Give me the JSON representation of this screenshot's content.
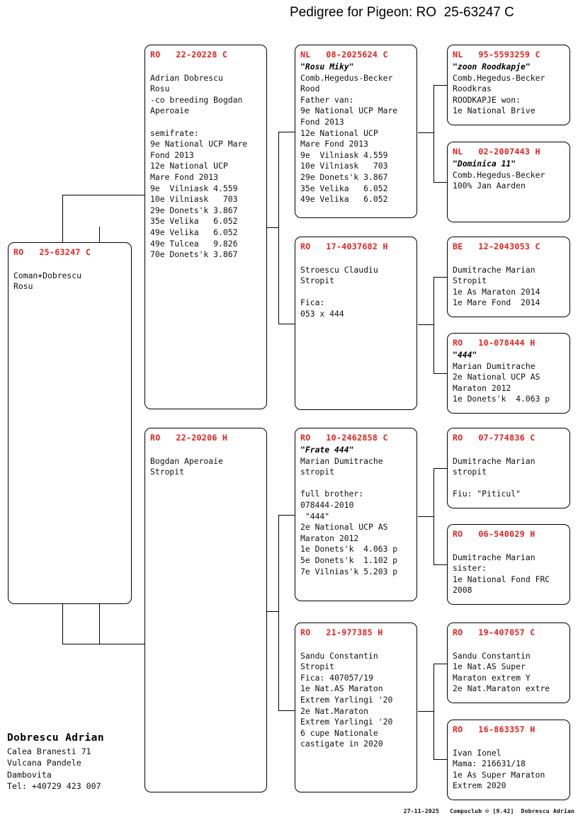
{
  "title": "Pedigree for Pigeon: RO  25-63247 C",
  "colors": {
    "ring_red": "#e8201c",
    "text": "#000000",
    "line": "#000000"
  },
  "subject": {
    "ring": "RO   25-63247 C",
    "lines": [
      "",
      "Coman+Dobrescu",
      "Rosu"
    ]
  },
  "gen1": {
    "sire": {
      "ring": "RO   22-20228 C",
      "lines": [
        "",
        "Adrian Dobrescu",
        "Rosu",
        "-co breeding Bogdan",
        "Aperoaie",
        "",
        "semifrate:",
        "9e National UCP Mare",
        "Fond 2013",
        "12e National UCP",
        "Mare Fond 2013",
        "9e  Vilniask 4.559",
        "10e Vilniask   703",
        "29e Donets'k 3.867",
        "35e Velika   6.052",
        "49e Velika   6.052",
        "49e Tulcea   9.826",
        "70e Donets'k 3.867"
      ]
    },
    "dam": {
      "ring": "RO   22-20206 H",
      "lines": [
        "",
        "Bogdan Aperoaie",
        "Stropit"
      ]
    }
  },
  "gen2": {
    "sire_sire": {
      "ring": "NL   08-2025624 C",
      "nick": "\"Rosu Miky\"",
      "lines": [
        "Comb.Hegedus-Becker",
        "Rood",
        "Father van:",
        "9e National UCP Mare",
        "Fond 2013",
        "12e National UCP",
        "Mare Fond 2013",
        "9e  Vilniask 4.559",
        "10e Vilniask   703",
        "29e Donets'k 3.867",
        "35e Velika   6.052",
        "49e Velika   6.052"
      ]
    },
    "sire_dam": {
      "ring": "RO   17-4037682 H",
      "nick": "",
      "lines": [
        "",
        "Stroescu Claudiu",
        "Stropit",
        "",
        "Fica:",
        "053 x 444"
      ]
    },
    "dam_sire": {
      "ring": "RO   10-2462858 C",
      "nick": "\"Frate 444\"",
      "lines": [
        "Marian Dumitrache",
        "stropit",
        "",
        "full brother:",
        "078444-2010",
        " \"444\"",
        "2e National UCP AS",
        "Maraton 2012",
        "1e Donets'k  4.063 p",
        "5e Donets'k  1.102 p",
        "7e Vilnias'k 5.203 p"
      ]
    },
    "dam_dam": {
      "ring": "RO   21-977385 H",
      "nick": "",
      "lines": [
        "",
        "Sandu Constantin",
        "Stropit",
        "Fica: 407057/19",
        "1e Nat.AS Maraton",
        "Extrem Yarlingi '20",
        "2e Nat.Maraton",
        "Extrem Yarlingi '20",
        "6 cupe Nationale",
        "castigate in 2020"
      ]
    }
  },
  "gen3": {
    "ss_sire": {
      "ring": "NL   95-5593259 C",
      "nick": "\"zoon Roodkapje\"",
      "lines": [
        "Comb.Hegedus-Becker",
        "Roodkras",
        "ROODKAPJE won:",
        "1e National Brive"
      ]
    },
    "ss_dam": {
      "ring": "NL   02-2007443 H",
      "nick": "\"Dominica 11\"",
      "lines": [
        "Comb.Hegedus-Becker",
        "100% Jan Aarden"
      ]
    },
    "sd_sire": {
      "ring": "BE   12-2043053 C",
      "nick": "",
      "lines": [
        "",
        "Dumitrache Marian",
        "Stropit",
        "1e As Maraton 2014",
        "1e Mare Fond  2014"
      ]
    },
    "sd_dam": {
      "ring": "RO   10-078444 H",
      "nick": "\"444\"",
      "lines": [
        "Marian Dumitrache",
        "2e National UCP AS",
        "Maraton 2012",
        "1e Donets'k  4.063 p"
      ]
    },
    "ds_sire": {
      "ring": "RO   07-774836 C",
      "nick": "",
      "lines": [
        "",
        "Dumitrache Marian",
        "stropit",
        "",
        "Fiu: \"Piticul\""
      ]
    },
    "ds_dam": {
      "ring": "RO   06-540029 H",
      "nick": "",
      "lines": [
        "",
        "Dumitrache Marian",
        "sister:",
        "1e National Fond FRC",
        "2008"
      ]
    },
    "dd_sire": {
      "ring": "RO   19-407057 C",
      "nick": "",
      "lines": [
        "",
        "Sandu Constantin",
        "1e Nat.AS Super",
        "Maraton extrem Y",
        "2e Nat.Maraton extre"
      ]
    },
    "dd_dam": {
      "ring": "RO   16-863357 H",
      "nick": "",
      "lines": [
        "",
        "Ivan Ionel",
        "Mama: 216631/18",
        "1e As Super Maraton",
        "Extrem 2020"
      ]
    }
  },
  "owner": {
    "name": "Dobrescu Adrian",
    "address": [
      "Calea Branesti 71",
      "Vulcana Pandele",
      "Dambovita",
      "Tel: +40729 423 007"
    ]
  },
  "colophon": "27-11-2025   Compuclub © [9.42]  Dobrescu Adrian"
}
